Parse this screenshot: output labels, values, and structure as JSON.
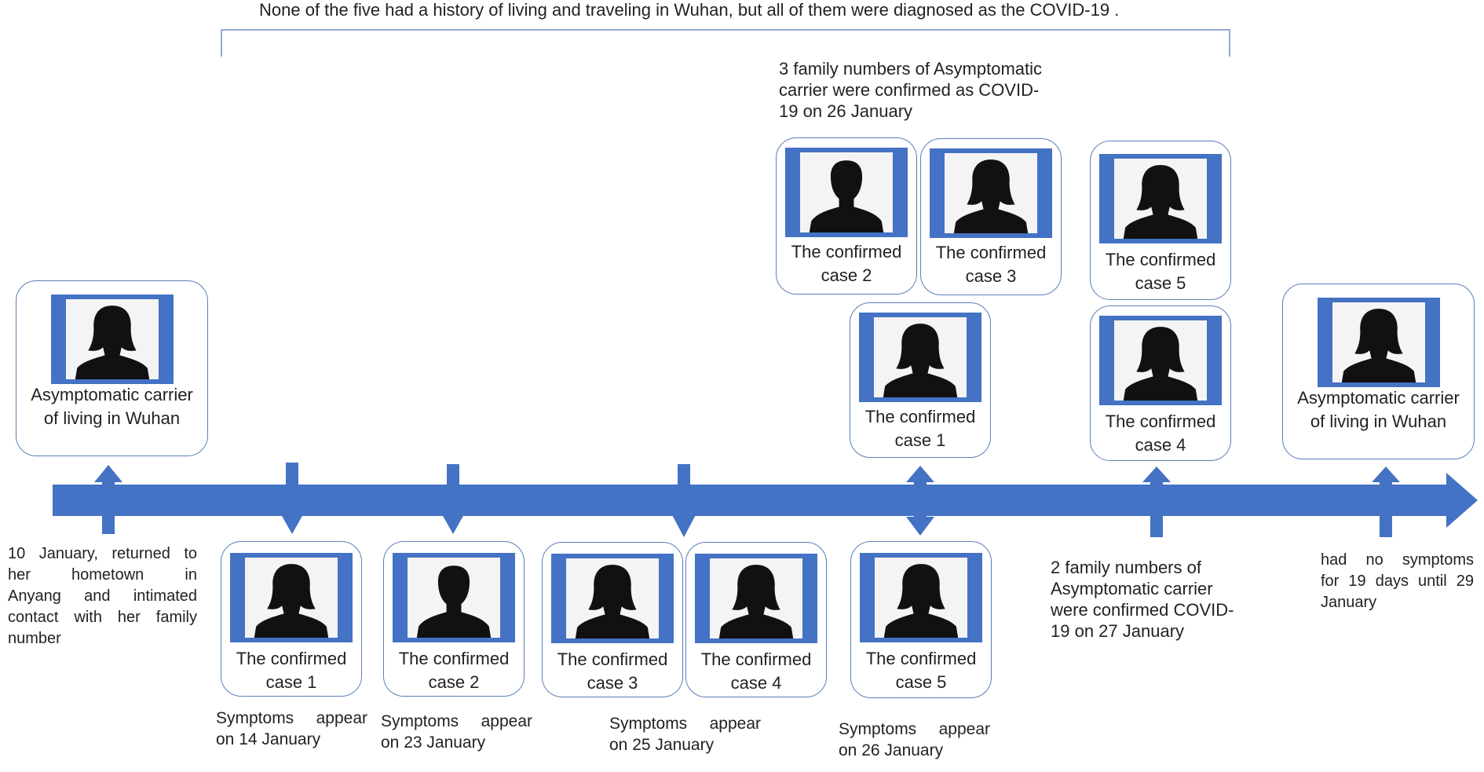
{
  "colors": {
    "timeline": "#4472c4",
    "card_border": "#5b7fb8",
    "photo_frame": "#4472c4",
    "silhouette": "#111111",
    "bracket": "#8eaad6"
  },
  "header": {
    "note": "None of the five had a history of living and traveling in Wuhan, but all of them were diagnosed as the COVID-19 ."
  },
  "cards": {
    "carrier_left": {
      "label_line1": "Asymptomatic carrier",
      "label_line2": "of  living in Wuhan",
      "icon": "female-silhouette-icon"
    },
    "carrier_right": {
      "label_line1": "Asymptomatic carrier",
      "label_line2": "of  living in Wuhan",
      "icon": "female-silhouette-icon"
    },
    "bottom_case1": {
      "label_line1": "The confirmed",
      "label_line2": "case 1",
      "icon": "female-silhouette-icon"
    },
    "bottom_case2": {
      "label_line1": "The confirmed",
      "label_line2": "case 2",
      "icon": "male-silhouette-icon"
    },
    "bottom_case3": {
      "label_line1": "The confirmed",
      "label_line2": "case 3",
      "icon": "female-silhouette-icon"
    },
    "bottom_case4": {
      "label_line1": "The confirmed",
      "label_line2": "case 4",
      "icon": "female-silhouette-icon"
    },
    "bottom_case5": {
      "label_line1": "The confirmed",
      "label_line2": "case 5",
      "icon": "female-silhouette-icon"
    },
    "top_case2": {
      "label_line1": "The confirmed",
      "label_line2": "case 2",
      "icon": "male-silhouette-icon"
    },
    "top_case3": {
      "label_line1": "The confirmed",
      "label_line2": "case 3",
      "icon": "female-silhouette-icon"
    },
    "top_case1": {
      "label_line1": "The confirmed",
      "label_line2": "case 1",
      "icon": "female-silhouette-icon"
    },
    "top_case5": {
      "label_line1": "The confirmed",
      "label_line2": "case 5",
      "icon": "female-silhouette-icon"
    },
    "top_case4": {
      "label_line1": "The confirmed",
      "label_line2": "case 4",
      "icon": "female-silhouette-icon"
    }
  },
  "annotations": {
    "family_26": {
      "line1": "3 family numbers of Asymptomatic",
      "line2": "carrier were confirmed as COVID-",
      "line3": "19  on 26 January"
    },
    "family_27": {
      "line1": "2 family numbers of",
      "line2": "Asymptomatic carrier",
      "line3": "were confirmed COVID-",
      "line4": "19 on 27 January"
    },
    "returned": {
      "line1": "10 January, returned to",
      "line2": "her    hometown    in",
      "line3": "Anyang and intimated",
      "line4": "contact with her family",
      "line5": "number"
    },
    "no_symptoms": {
      "line1": "had  no  symptoms",
      "line2": "for 19 days until 29",
      "line3": "January"
    },
    "sym_14": {
      "line1": "Symptoms   appear",
      "line2": "on 14 January"
    },
    "sym_23": {
      "line1": "Symptoms   appear",
      "line2": "on 23 January"
    },
    "sym_25": {
      "line1": "Symptoms   appear",
      "line2": "on 25 January"
    },
    "sym_26": {
      "line1": "Symptoms   appear",
      "line2": "on 26 January"
    }
  }
}
